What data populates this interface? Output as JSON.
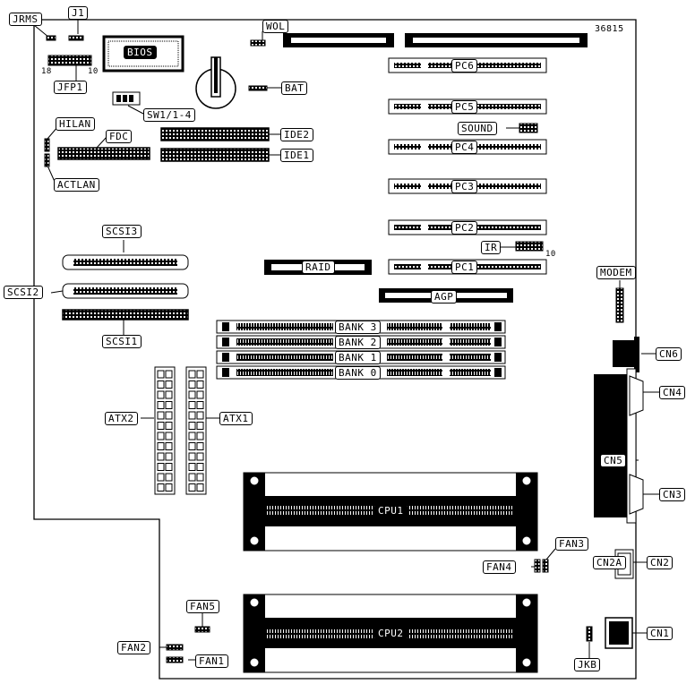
{
  "doc_number": "36815",
  "labels": {
    "jrms": "JRMS",
    "j1": "J1",
    "bios": "BIOS",
    "jfp1": "JFP1",
    "jfp1_left": "18",
    "jfp1_right": "10",
    "wol": "WOL",
    "bat": "BAT",
    "sw1": "SW1/1-4",
    "hilan": "HILAN",
    "fdc": "FDC",
    "actlan": "ACTLAN",
    "ide2": "IDE2",
    "ide1": "IDE1",
    "pc6": "PC6",
    "pc5": "PC5",
    "sound": "SOUND",
    "pc4": "PC4",
    "pc3": "PC3",
    "pc2": "PC2",
    "ir": "IR",
    "ir_num": "10",
    "pc1": "PC1",
    "scsi3": "SCSI3",
    "scsi2": "SCSI2",
    "scsi1": "SCSI1",
    "raid": "RAID",
    "agp": "AGP",
    "modem": "MODEM",
    "bank3": "BANK 3",
    "bank2": "BANK 2",
    "bank1": "BANK 1",
    "bank0": "BANK 0",
    "cn6": "CN6",
    "cn4": "CN4",
    "cn5": "CN5",
    "cn3": "CN3",
    "atx2": "ATX2",
    "atx1": "ATX1",
    "cpu1": "CPU1",
    "cpu2": "CPU2",
    "fan3": "FAN3",
    "fan4": "FAN4",
    "fan5": "FAN5",
    "fan2": "FAN2",
    "fan1": "FAN1",
    "cn2a": "CN2A",
    "cn2": "CN2",
    "cn1": "CN1",
    "jkb": "JKB"
  }
}
